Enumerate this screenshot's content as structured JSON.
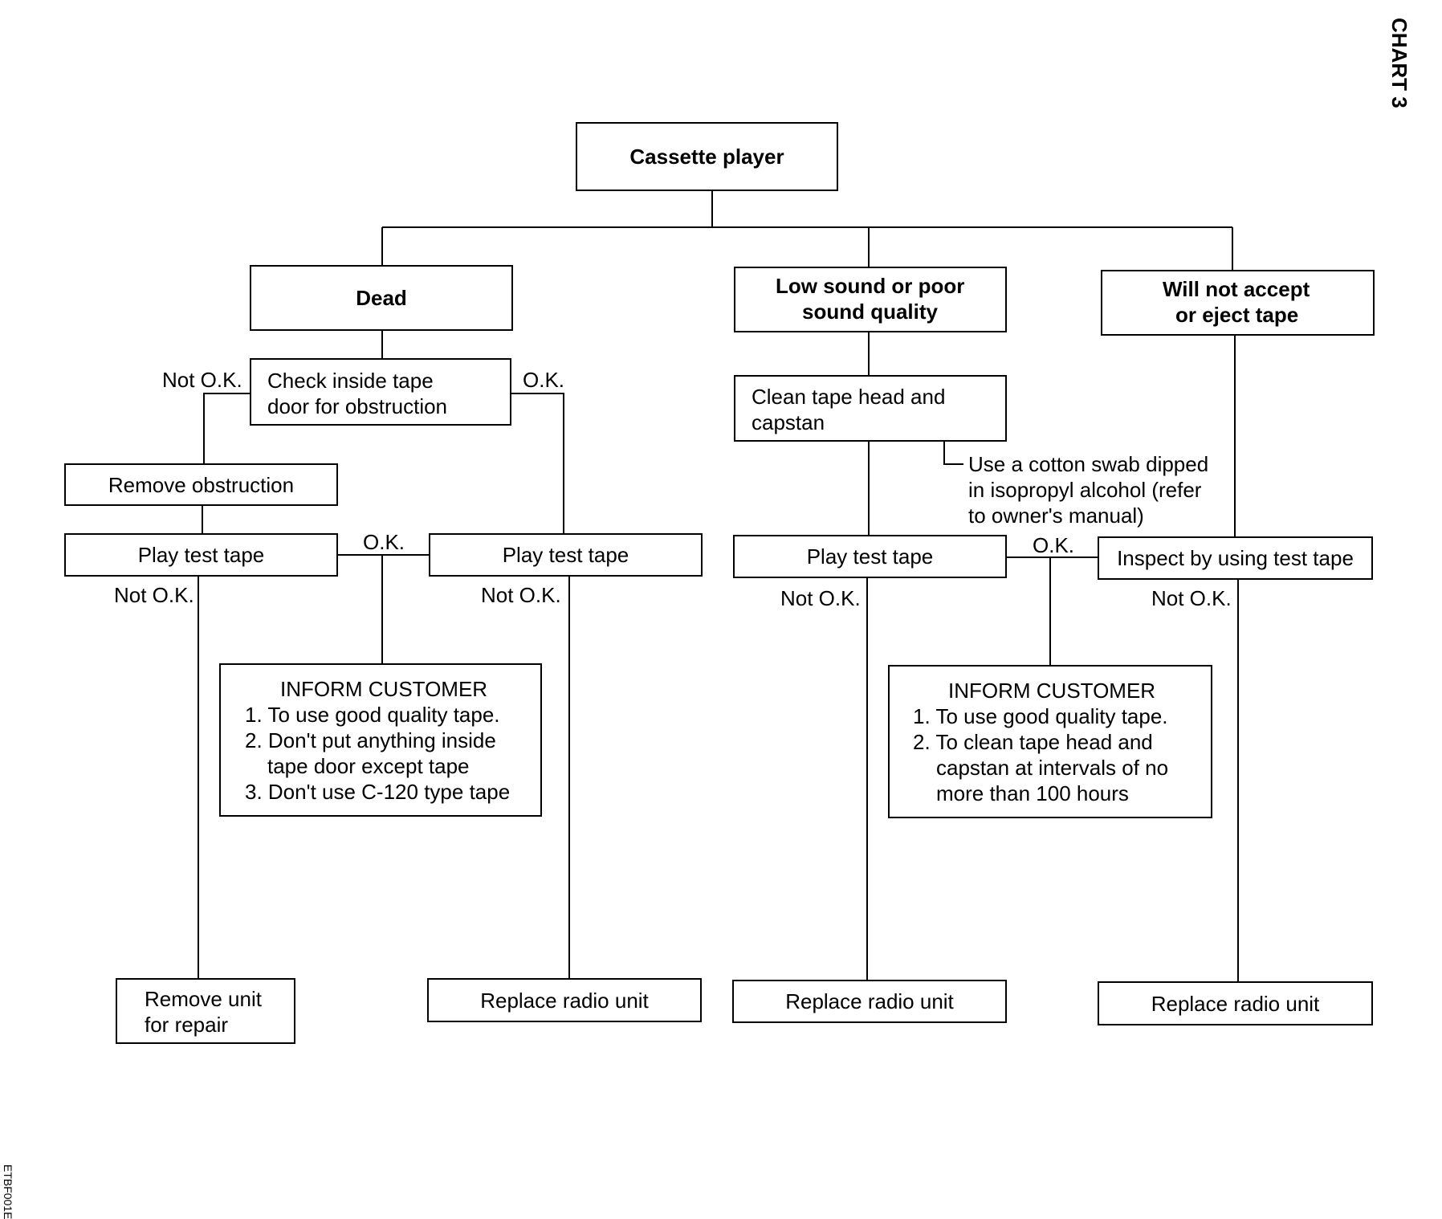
{
  "chart_label": "CHART 3",
  "figure_code": "ETBF001E",
  "nodes": {
    "root": "Cassette player",
    "dead": "Dead",
    "low_sound_1": "Low sound or poor",
    "low_sound_2": "sound quality",
    "eject_1": "Will not accept",
    "eject_2": "or eject tape",
    "check_door_1": "Check inside tape",
    "check_door_2": "door for obstruction",
    "remove_obstruction": "Remove obstruction",
    "play_test_left": "Play test tape",
    "play_test_mid": "Play test tape",
    "clean_head_1": "Clean tape head and",
    "clean_head_2": "capstan",
    "swab_note_1": "Use a cotton swab dipped",
    "swab_note_2": "in isopropyl alcohol (refer",
    "swab_note_3": "to owner's manual)",
    "play_test_right": "Play test tape",
    "inspect": "Inspect by using test tape",
    "remove_unit_1": "Remove unit",
    "remove_unit_2": "for repair",
    "replace_1": "Replace radio unit",
    "replace_2": "Replace radio unit",
    "replace_3": "Replace radio unit"
  },
  "inform_left": {
    "title": "INFORM CUSTOMER",
    "l1": "1. To use good quality tape.",
    "l2": "2. Don't put anything inside",
    "l3": "tape door except tape",
    "l4": "3. Don't use C-120 type tape"
  },
  "inform_right": {
    "title": "INFORM CUSTOMER",
    "l1": "1. To use good quality tape.",
    "l2": "2. To clean tape head and",
    "l3": "capstan at intervals of no",
    "l4": "more than 100 hours"
  },
  "edge_labels": {
    "check_not_ok": "Not O.K.",
    "check_ok": "O.K.",
    "play_ok_left": "O.K.",
    "play_left_not_ok": "Not O.K.",
    "play_mid_not_ok": "Not O.K.",
    "play_right_ok": "O.K.",
    "play_right_not_ok": "Not O.K.",
    "inspect_not_ok": "Not O.K."
  }
}
